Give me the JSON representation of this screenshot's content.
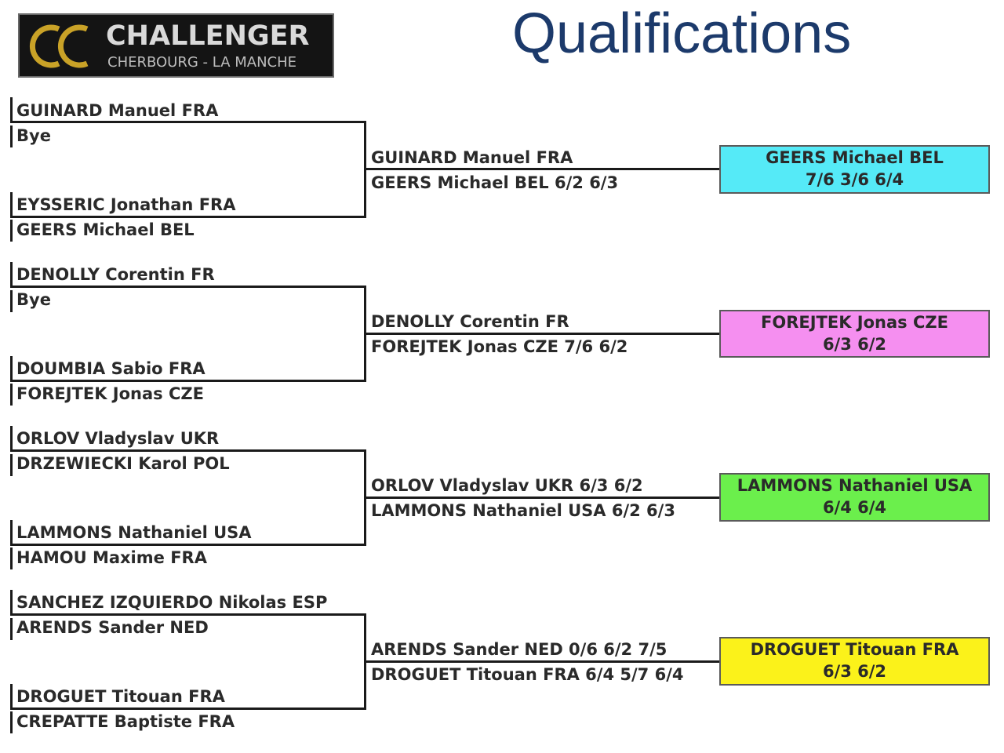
{
  "header": {
    "logo_name": "CHALLENGER",
    "logo_sub": "CHERBOURG - LA MANCHE",
    "title": "Qualifications"
  },
  "colors": {
    "title": "#1c3a6b",
    "winner_1": "#55eaf7",
    "winner_2": "#f58ff0",
    "winner_3": "#6bef4c",
    "winner_4": "#fbf21a"
  },
  "sections": [
    {
      "first_round": [
        "GUINARD Manuel FRA",
        "Bye",
        "EYSSERIC Jonathan FRA",
        "GEERS Michael BEL"
      ],
      "second_round": [
        "GUINARD Manuel FRA",
        "GEERS Michael BEL 6/2 6/3"
      ],
      "winner": {
        "name": "GEERS Michael BEL",
        "score": "7/6 3/6 6/4"
      }
    },
    {
      "first_round": [
        "DENOLLY Corentin FR",
        "Bye",
        "DOUMBIA Sabio FRA",
        "FOREJTEK Jonas CZE"
      ],
      "second_round": [
        "DENOLLY Corentin FR",
        "FOREJTEK Jonas CZE 7/6 6/2"
      ],
      "winner": {
        "name": "FOREJTEK Jonas CZE",
        "score": "6/3 6/2"
      }
    },
    {
      "first_round": [
        "ORLOV Vladyslav UKR",
        "DRZEWIECKI Karol POL",
        "LAMMONS Nathaniel USA",
        "HAMOU Maxime FRA"
      ],
      "second_round": [
        "ORLOV Vladyslav UKR 6/3 6/2",
        "LAMMONS Nathaniel USA 6/2  6/3"
      ],
      "winner": {
        "name": "LAMMONS Nathaniel USA",
        "score": "6/4 6/4"
      }
    },
    {
      "first_round": [
        "SANCHEZ IZQUIERDO Nikolas ESP",
        "ARENDS Sander NED",
        "DROGUET Titouan FRA",
        "CREPATTE Baptiste FRA"
      ],
      "second_round": [
        "ARENDS Sander NED 0/6 6/2 7/5",
        "DROGUET Titouan FRA 6/4 5/7 6/4"
      ],
      "winner": {
        "name": "DROGUET Titouan FRA",
        "score": "6/3  6/2"
      }
    }
  ]
}
